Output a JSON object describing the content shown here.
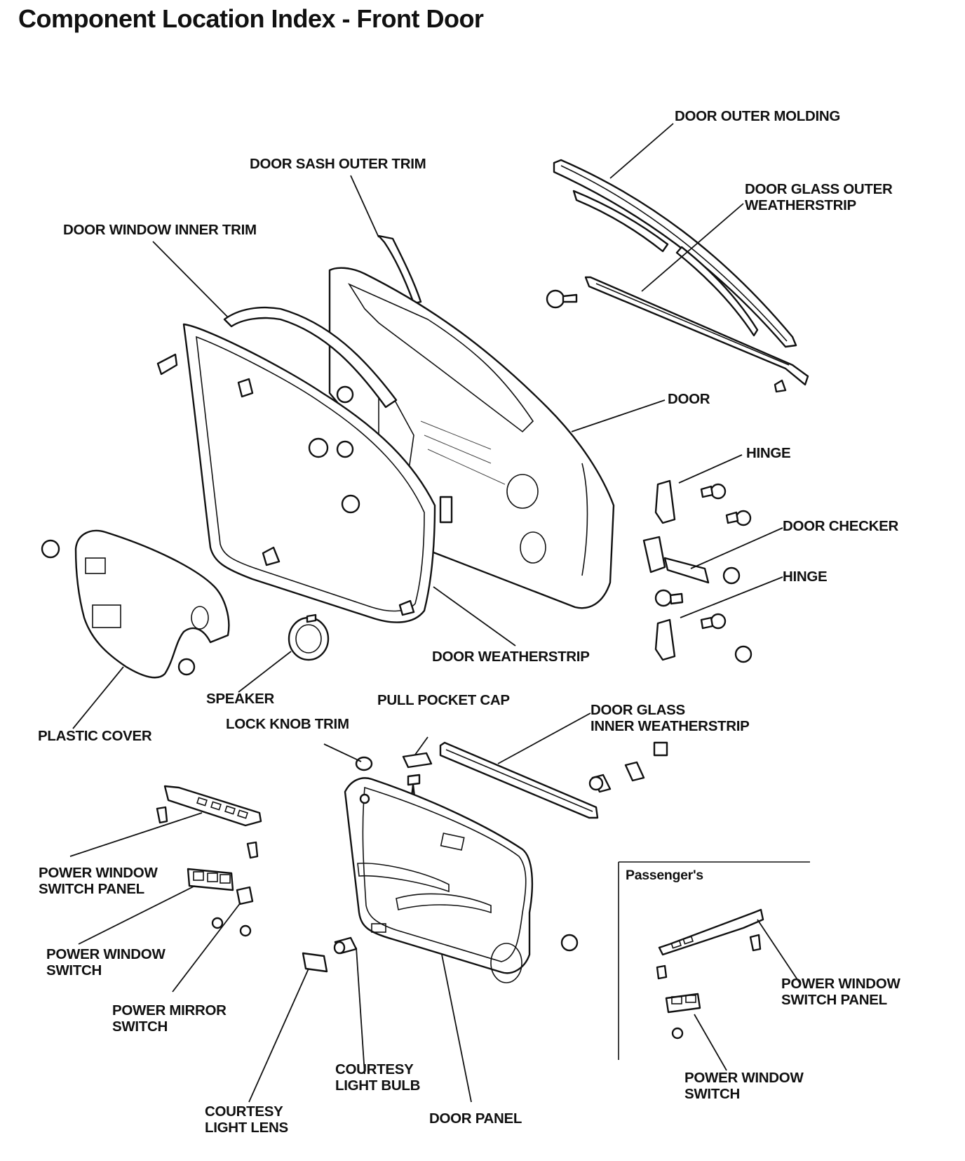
{
  "title": "Component Location Index - Front Door",
  "labels": {
    "door_outer_molding": "DOOR OUTER MOLDING",
    "door_sash_outer_trim": "DOOR SASH OUTER TRIM",
    "door_glass_outer_weatherstrip": [
      "DOOR GLASS OUTER",
      "WEATHERSTRIP"
    ],
    "door_window_inner_trim": "DOOR WINDOW INNER TRIM",
    "door": "DOOR",
    "hinge_upper": "HINGE",
    "door_checker": "DOOR CHECKER",
    "hinge_lower": "HINGE",
    "door_weatherstrip": "DOOR WEATHERSTRIP",
    "speaker": "SPEAKER",
    "plastic_cover": "PLASTIC COVER",
    "pull_pocket_cap": "PULL POCKET CAP",
    "lock_knob_trim": "LOCK KNOB TRIM",
    "door_glass_inner_weatherstrip": [
      "DOOR GLASS",
      "INNER WEATHERSTRIP"
    ],
    "power_window_switch_panel": [
      "POWER WINDOW",
      "SWITCH PANEL"
    ],
    "power_window_switch": [
      "POWER WINDOW",
      "SWITCH"
    ],
    "power_mirror_switch": [
      "POWER MIRROR",
      "SWITCH"
    ],
    "courtesy_light_bulb": [
      "COURTESY",
      "LIGHT BULB"
    ],
    "courtesy_light_lens": [
      "COURTESY",
      "LIGHT LENS"
    ],
    "door_panel": "DOOR PANEL"
  },
  "passenger": {
    "heading": "Passenger's",
    "power_window_switch_panel": [
      "POWER WINDOW",
      "SWITCH PANEL"
    ],
    "power_window_switch": [
      "POWER WINDOW",
      "SWITCH"
    ]
  }
}
